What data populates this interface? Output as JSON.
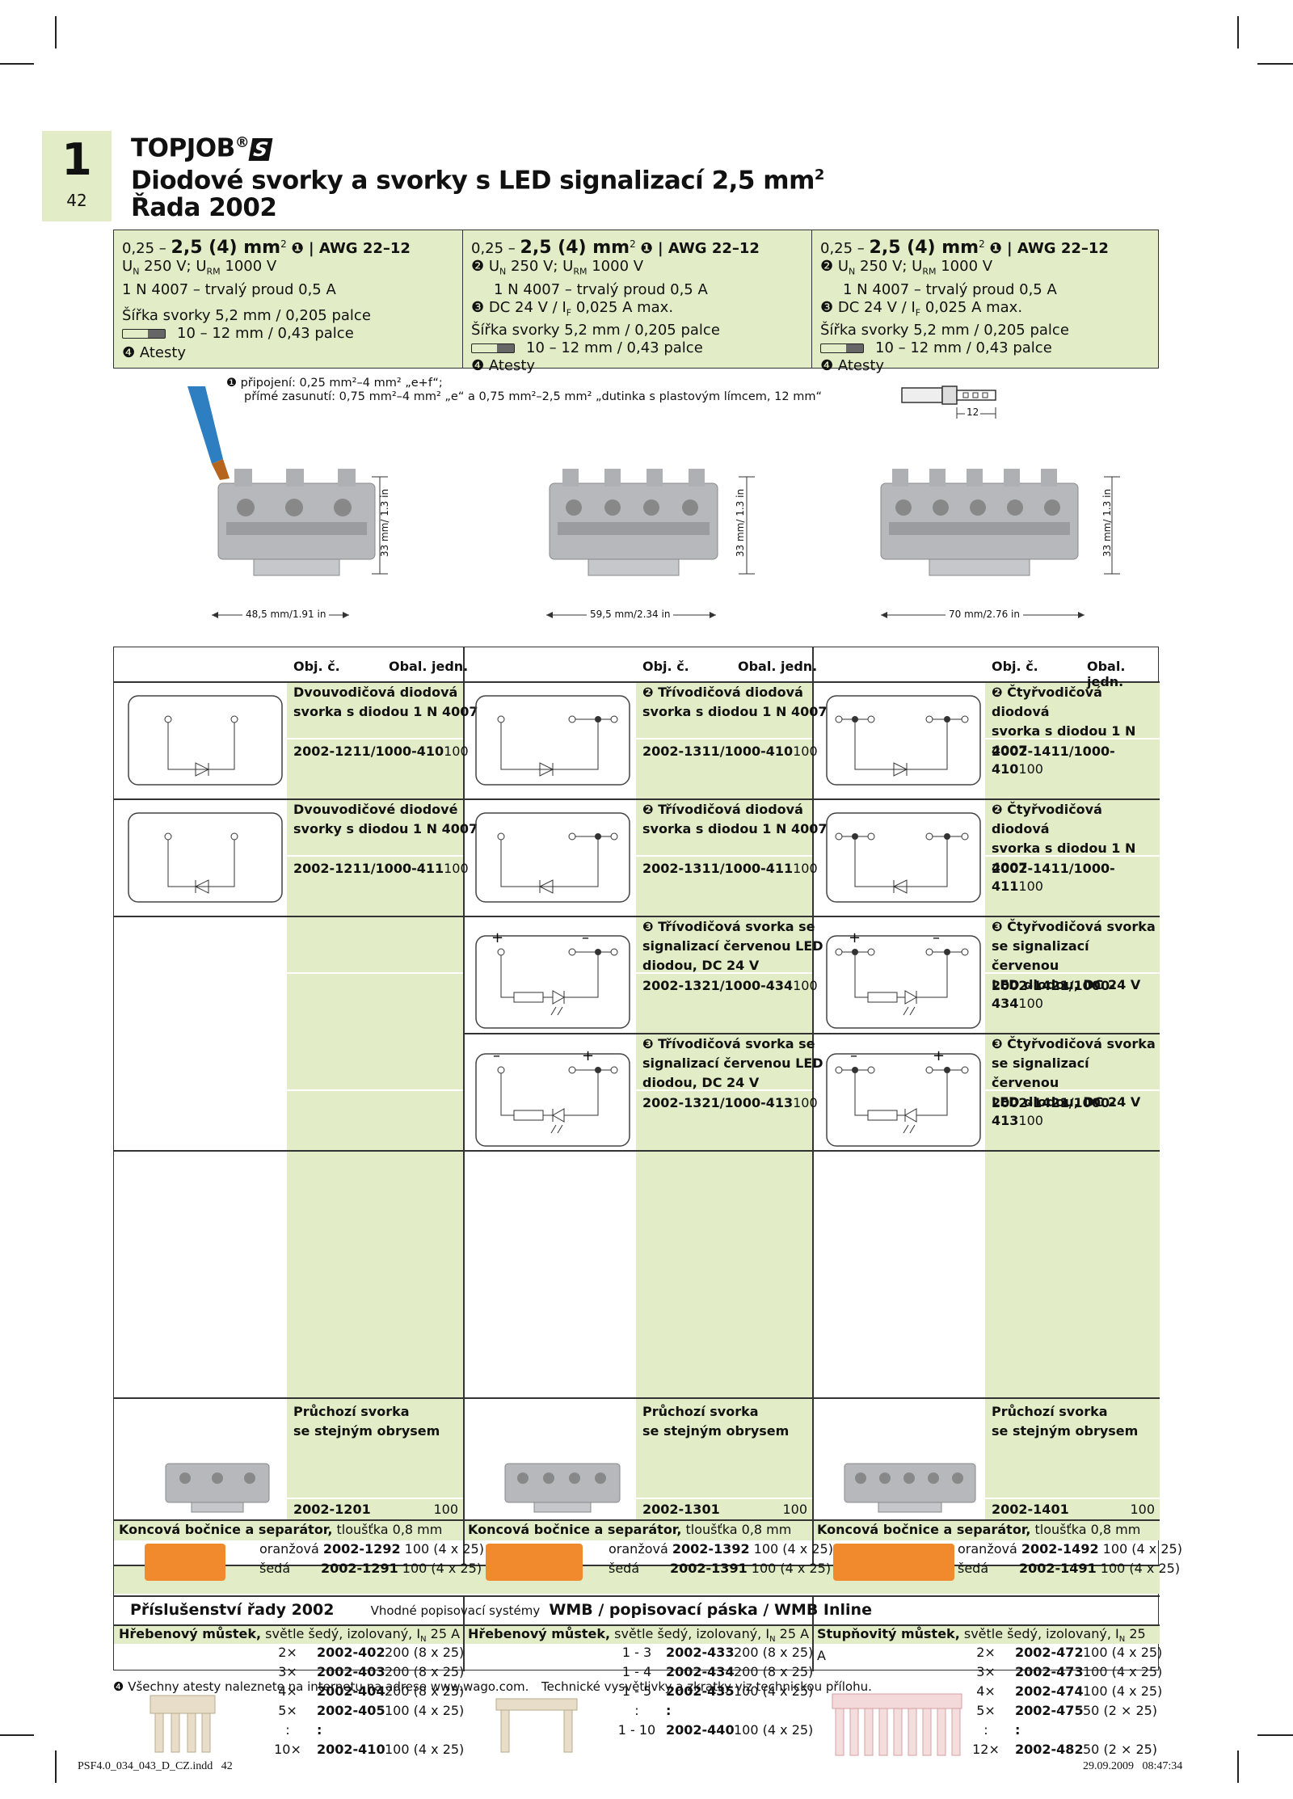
{
  "page": {
    "section_number": "1",
    "page_number": "42",
    "brand": "TOPJOB",
    "brand_mark": "®",
    "brand_badge": "S",
    "title_line": "Diodové svorky a svorky s LED signalizací 2,5 mm",
    "title_sup": "2",
    "series_line": "Řada 2002"
  },
  "specs": [
    {
      "line1_pre": "0,25 –",
      "line1_big": "2,5 (4) mm",
      "line1_sup": "2",
      "line1_post": "❶ |  AWG 22–12",
      "line2": "U",
      "line2_n": "N",
      "line2_b": " 250 V; U",
      "line2_rm": "RM",
      "line2_c": " 1000 V",
      "line3": "1 N 4007 – trvalý proud 0,5 A",
      "line4": "",
      "line5": "Šířka svorky 5,2 mm / 0,205 palce",
      "line6": "10 – 12 mm / 0,43 palce",
      "line7": "❹ Atesty"
    },
    {
      "line1_pre": "0,25 –",
      "line1_big": "2,5 (4) mm",
      "line1_sup": "2",
      "line1_post": "❶ |  AWG 22–12",
      "line2": "❷ U",
      "line2_n": "N",
      "line2_b": " 250 V; U",
      "line2_rm": "RM",
      "line2_c": " 1000 V",
      "line3": "1 N 4007 – trvalý proud 0,5 A",
      "line4": "❸ DC 24 V / I",
      "line4_f": "F",
      "line4_b": " 0,025 A max.",
      "line5": "Šířka svorky 5,2 mm / 0,205 palce",
      "line6": "10 – 12 mm / 0,43 palce",
      "line7": "❹ Atesty"
    },
    {
      "line1_pre": "0,25 –",
      "line1_big": "2,5 (4) mm",
      "line1_sup": "2",
      "line1_post": "❶ |  AWG 22–12",
      "line2": "❷ U",
      "line2_n": "N",
      "line2_b": " 250 V; U",
      "line2_rm": "RM",
      "line2_c": " 1000 V",
      "line3": "1 N 4007 – trvalý proud 0,5 A",
      "line4": "❸ DC 24 V / I",
      "line4_f": "F",
      "line4_b": " 0,025 A max.",
      "line5": "Šířka svorky 5,2 mm / 0,205 palce",
      "line6": "10 – 12 mm / 0,43 palce",
      "line7": "❹ Atesty"
    }
  ],
  "note": {
    "line1": "❶ připojení: 0,25 mm²–4 mm² „e+f“;",
    "line2": "přímé zasunutí: 0,75 mm²–4 mm² „e“ a 0,75 mm²–2,5 mm² „dutinka s plastovým límcem, 12 mm“",
    "ferrule_dim": "12"
  },
  "dimensions": {
    "height": "33 mm/ 1.3 in",
    "width1": "48,5 mm/1.91 in",
    "width2": "59,5 mm/2.34 in",
    "width3": "70 mm/2.76 in"
  },
  "table": {
    "col_obj": "Obj. č.",
    "col_obal": "Obal. jedn.",
    "rows": [
      [
        {
          "l1": "Dvouvodičová diodová",
          "l2": "svorka s diodou 1 N 4007",
          "code": "2002-1211/1000-410",
          "qty": "100"
        },
        {
          "l1": "❷ Třívodičová diodová",
          "l2": "svorka s diodou 1 N 4007",
          "code": "2002-1311/1000-410",
          "qty": "100"
        },
        {
          "l1": "❷ Čtyřvodičová diodová",
          "l2": "svorka s diodou 1 N 4007",
          "code": "2002-1411/1000-410",
          "qty": "100"
        }
      ],
      [
        {
          "l1": "Dvouvodičové diodové",
          "l2": "svorky s diodou 1 N 4007",
          "code": "2002-1211/1000-411",
          "qty": "100"
        },
        {
          "l1": "❷ Třívodičová diodová",
          "l2": "svorka s diodou 1 N 4007",
          "code": "2002-1311/1000-411",
          "qty": "100"
        },
        {
          "l1": "❷ Čtyřvodičová diodová",
          "l2": "svorka s diodou 1 N 4007",
          "code": "2002-1411/1000-411",
          "qty": "100"
        }
      ],
      [
        null,
        {
          "l1": "❸ Třívodičová svorka se",
          "l2": "signalizací červenou LED",
          "l3": "diodou, DC 24 V",
          "code": "2002-1321/1000-434",
          "qty": "100"
        },
        {
          "l1": "❸ Čtyřvodičová svorka",
          "l2": "se signalizací červenou",
          "l3": "LED diodou, DC 24 V",
          "code": "2002-1421/1000-434",
          "qty": "100"
        }
      ],
      [
        null,
        {
          "l1": "❸ Třívodičová svorka se",
          "l2": "signalizací červenou LED",
          "l3": "diodou, DC 24 V",
          "code": "2002-1321/1000-413",
          "qty": "100"
        },
        {
          "l1": "❸ Čtyřvodičová svorka",
          "l2": "se signalizací červenou",
          "l3": "LED diodou, DC 24 V",
          "code": "2002-1421/1000-413",
          "qty": "100"
        }
      ]
    ],
    "passthrough": [
      {
        "l1": "Průchozí svorka",
        "l2": "se stejným obrysem",
        "code": "2002-1201",
        "qty": "100"
      },
      {
        "l1": "Průchozí svorka",
        "l2": "se stejným obrysem",
        "code": "2002-1301",
        "qty": "100"
      },
      {
        "l1": "Průchozí svorka",
        "l2": "se stejným obrysem",
        "code": "2002-1401",
        "qty": "100"
      }
    ],
    "endplates": [
      {
        "title_b": "Koncová bočnice a separátor,",
        "title_r": " tloušťka 0,8 mm",
        "c1": "oranžová",
        "code1": "2002-1292",
        "q1": "100 (4 x 25)",
        "c2": "šedá",
        "code2": "2002-1291",
        "q2": "100 (4 x 25)"
      },
      {
        "title_b": "Koncová bočnice a separátor,",
        "title_r": " tloušťka 0,8 mm",
        "c1": "oranžová",
        "code1": "2002-1392",
        "q1": "100 (4 x 25)",
        "c2": "šedá",
        "code2": "2002-1391",
        "q2": "100 (4 x 25)"
      },
      {
        "title_b": "Koncová bočnice a separátor,",
        "title_r": " tloušťka 0,8 mm",
        "c1": "oranžová",
        "code1": "2002-1492",
        "q1": "100 (4 x 25)",
        "c2": "šedá",
        "code2": "2002-1491",
        "q2": "100 (4 x 25)"
      }
    ],
    "accessories_title": "Příslušenství řady 2002",
    "accessories_sub": "Vhodné popisovací systémy",
    "accessories_sys": "WMB / popisovací páska / WMB Inline",
    "bridges": [
      {
        "title_b": "Hřebenový můstek,",
        "title_r": " světle šedý, izolovaný, I",
        "title_n": "N",
        "title_e": " 25 A",
        "rows": [
          {
            "n": "2×",
            "code": "2002-402",
            "q": "200 (8 x 25)"
          },
          {
            "n": "3×",
            "code": "2002-403",
            "q": "200 (8 x 25)"
          },
          {
            "n": "4×",
            "code": "2002-404",
            "q": "200 (8 x 25)"
          },
          {
            "n": "5×",
            "code": "2002-405",
            "q": "100 (4 x 25)"
          },
          {
            "n": ":",
            "code": ":",
            "q": ""
          },
          {
            "n": "10×",
            "code": "2002-410",
            "q": "100 (4 x 25)"
          }
        ]
      },
      {
        "title_b": "Hřebenový můstek,",
        "title_r": " světle šedý, izolovaný, I",
        "title_n": "N",
        "title_e": " 25 A",
        "rows": [
          {
            "n": "1 - 3",
            "code": "2002-433",
            "q": "200 (8 x 25)"
          },
          {
            "n": "1 - 4",
            "code": "2002-434",
            "q": "200 (8 x 25)"
          },
          {
            "n": "1 - 5",
            "code": "2002-435",
            "q": "100 (4 x 25)"
          },
          {
            "n": ":",
            "code": ":",
            "q": ""
          },
          {
            "n": "1 - 10",
            "code": "2002-440",
            "q": "100 (4 x 25)"
          }
        ]
      },
      {
        "title_b": "Stupňovitý můstek,",
        "title_r": " světle šedý, izolovaný, I",
        "title_n": "N",
        "title_e": " 25 A",
        "rows": [
          {
            "n": "2×",
            "code": "2002-472",
            "q": "100 (4 x 25)"
          },
          {
            "n": "3×",
            "code": "2002-473",
            "q": "100 (4 x 25)"
          },
          {
            "n": "4×",
            "code": "2002-474",
            "q": "100 (4 x 25)"
          },
          {
            "n": "5×",
            "code": "2002-475",
            "q": "50 (2 × 25)"
          },
          {
            "n": ":",
            "code": ":",
            "q": ""
          },
          {
            "n": "12×",
            "code": "2002-482",
            "q": "50 (2 × 25)"
          }
        ]
      }
    ]
  },
  "footer": {
    "note_left": "❹ Všechny atesty naleznete na internetu na adrese www.wago.com.",
    "note_right": "Technické vysvětlivky a zkratky viz technickou přílohu.",
    "file": "PSF4.0_034_043_D_CZ.indd   42",
    "date": "29.09.2009   08:47:34"
  },
  "colors": {
    "accent_green": "#e2ecc6",
    "orange": "#f08a2c",
    "product_grey": "#b6b8bb"
  }
}
